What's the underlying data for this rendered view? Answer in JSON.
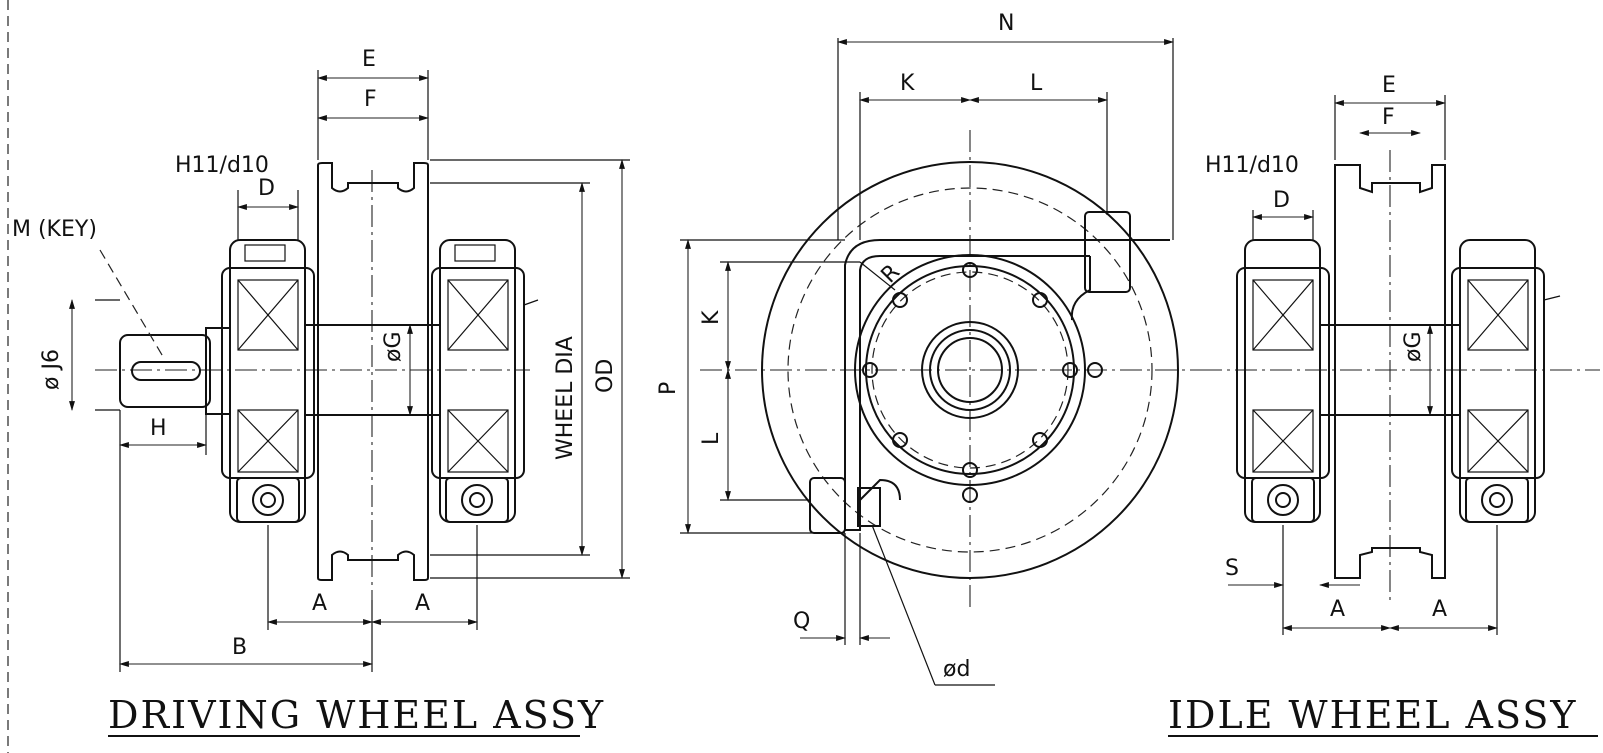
{
  "titles": {
    "driving": "DRIVING  WHEEL  ASSY",
    "idle": "IDLE  WHEEL  ASSY"
  },
  "driving_labels": {
    "e": "E",
    "f": "F",
    "fit": "H11/d10",
    "d": "D",
    "key": "M (KEY)",
    "j6": "ø J6",
    "g": "øG",
    "wheel_dia": "WHEEL DIA",
    "od": "OD",
    "h": "H",
    "a1": "A",
    "a2": "A",
    "b": "B"
  },
  "front_labels": {
    "n": "N",
    "k_top": "K",
    "l_top": "L",
    "p": "P",
    "k_side": "K",
    "l_side": "L",
    "r": "R",
    "q": "Q",
    "d_hole": "ød"
  },
  "idle_labels": {
    "e": "E",
    "f": "F",
    "fit": "H11/d10",
    "d": "D",
    "g": "øG",
    "s": "S",
    "a1": "A",
    "a2": "A"
  },
  "colors": {
    "ink": "#111111",
    "paper": "#ffffff"
  }
}
